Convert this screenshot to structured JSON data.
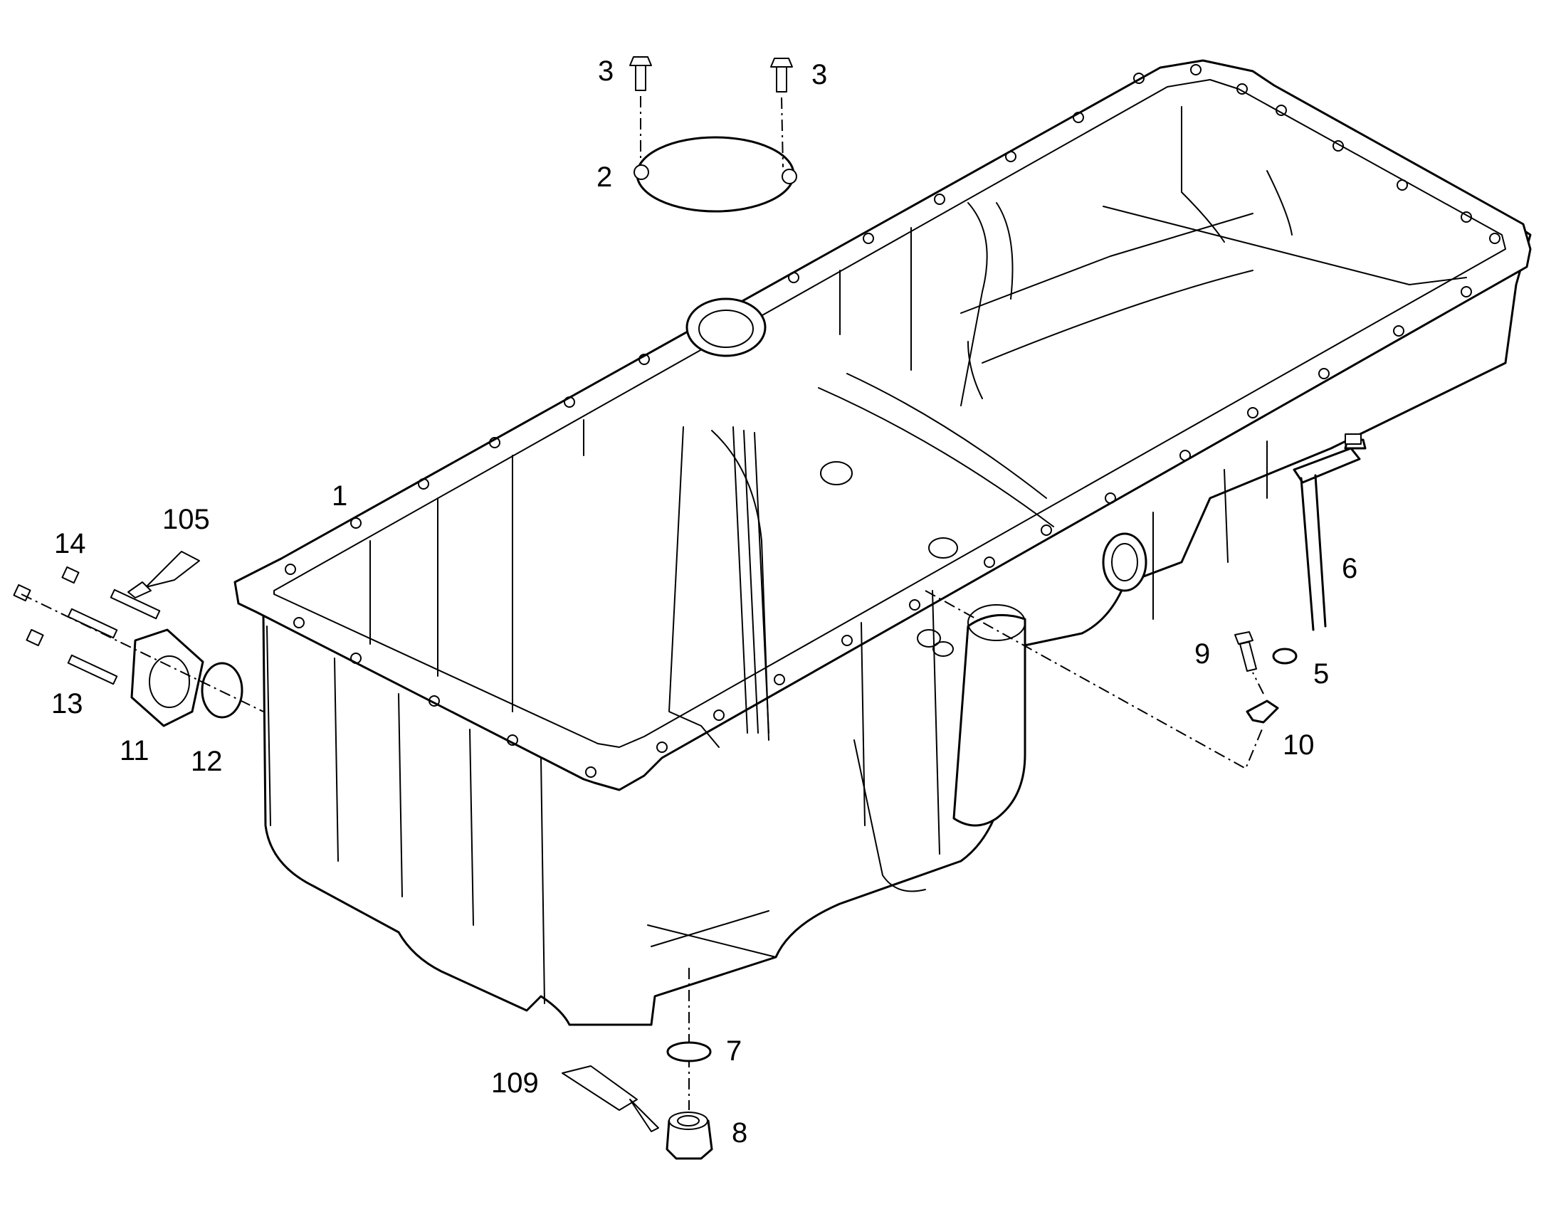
{
  "callouts": {
    "pan": "1",
    "screen": "2",
    "bolt_left": "3",
    "bolt_right": "3",
    "oring_dipstick": "5",
    "dipstick": "6",
    "drain_gasket": "7",
    "drain_plug": "8",
    "bracket_bolt": "9",
    "bracket": "10",
    "flange": "11",
    "flange_oring": "12",
    "stud_lower": "13",
    "stud_upper": "14",
    "sealant_upper": "105",
    "sealant_lower": "109"
  },
  "colors": {
    "line": "#000000",
    "background": "#ffffff"
  }
}
